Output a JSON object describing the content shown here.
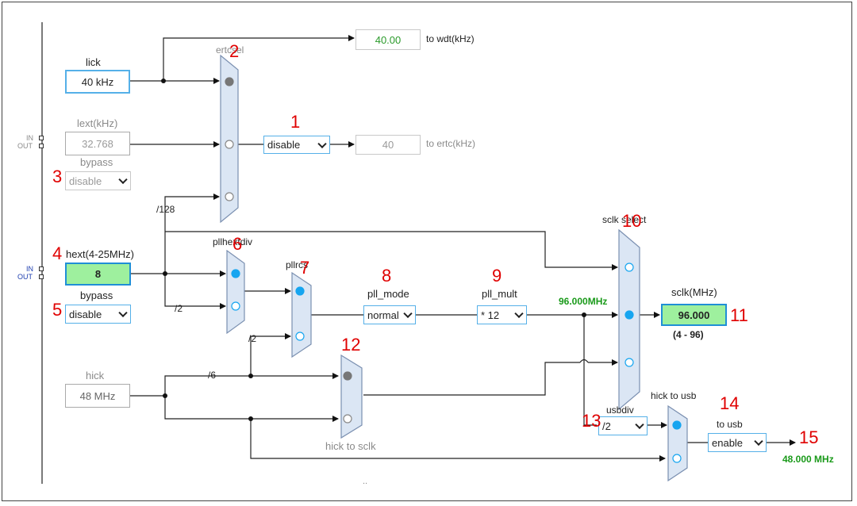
{
  "colors": {
    "mux_fill": "#dbe6f4",
    "mux_stroke": "#7a8fb0",
    "active_dot": "#16a5f0",
    "gray_dot": "#777777",
    "highlight_fill": "#9ef09e",
    "callout": "#e00000"
  },
  "lick": {
    "label": "lick",
    "value": "40 kHz"
  },
  "wdt": {
    "value": "40.00",
    "label": "to wdt(kHz)"
  },
  "ertc": {
    "mux_label": "ertcsel",
    "select_value": "disable",
    "value": "40",
    "label": "to ertc(kHz)"
  },
  "lext": {
    "label": "lext(kHz)",
    "value": "32.768",
    "in": "IN",
    "out": "OUT",
    "bypass_label": "bypass",
    "bypass_value": "disable"
  },
  "div128": "/128",
  "hext": {
    "label": "hext(4-25MHz)",
    "value": "8",
    "in": "IN",
    "out": "OUT",
    "bypass_label": "bypass",
    "bypass_value": "disable"
  },
  "pllhextdiv": {
    "label": "pllhextdiv",
    "div": "/2"
  },
  "pllrcs": {
    "label": "pllrcs",
    "div": "/2"
  },
  "pll_mode": {
    "label": "pll_mode",
    "value": "normal"
  },
  "pll_mult": {
    "label": "pll_mult",
    "value": "* 12"
  },
  "pll_freq": "96.000MHz",
  "sclk_select": {
    "label": "sclk select"
  },
  "sclk": {
    "label": "sclk(MHz)",
    "value": "96.000",
    "range": "(4 - 96)"
  },
  "hick": {
    "label": "hick",
    "value": "48 MHz",
    "div6": "/6",
    "to_sclk_label": "hick to sclk"
  },
  "usb": {
    "div_label": "usbdiv",
    "div_value": "/2",
    "mux_label": "hick to usb",
    "to_label": "to usb",
    "select_value": "enable",
    "freq": "48.000 MHz"
  },
  "footer": "..",
  "callouts": [
    "1",
    "2",
    "3",
    "4",
    "5",
    "6",
    "7",
    "8",
    "9",
    "10",
    "11",
    "12",
    "13",
    "14",
    "15"
  ]
}
